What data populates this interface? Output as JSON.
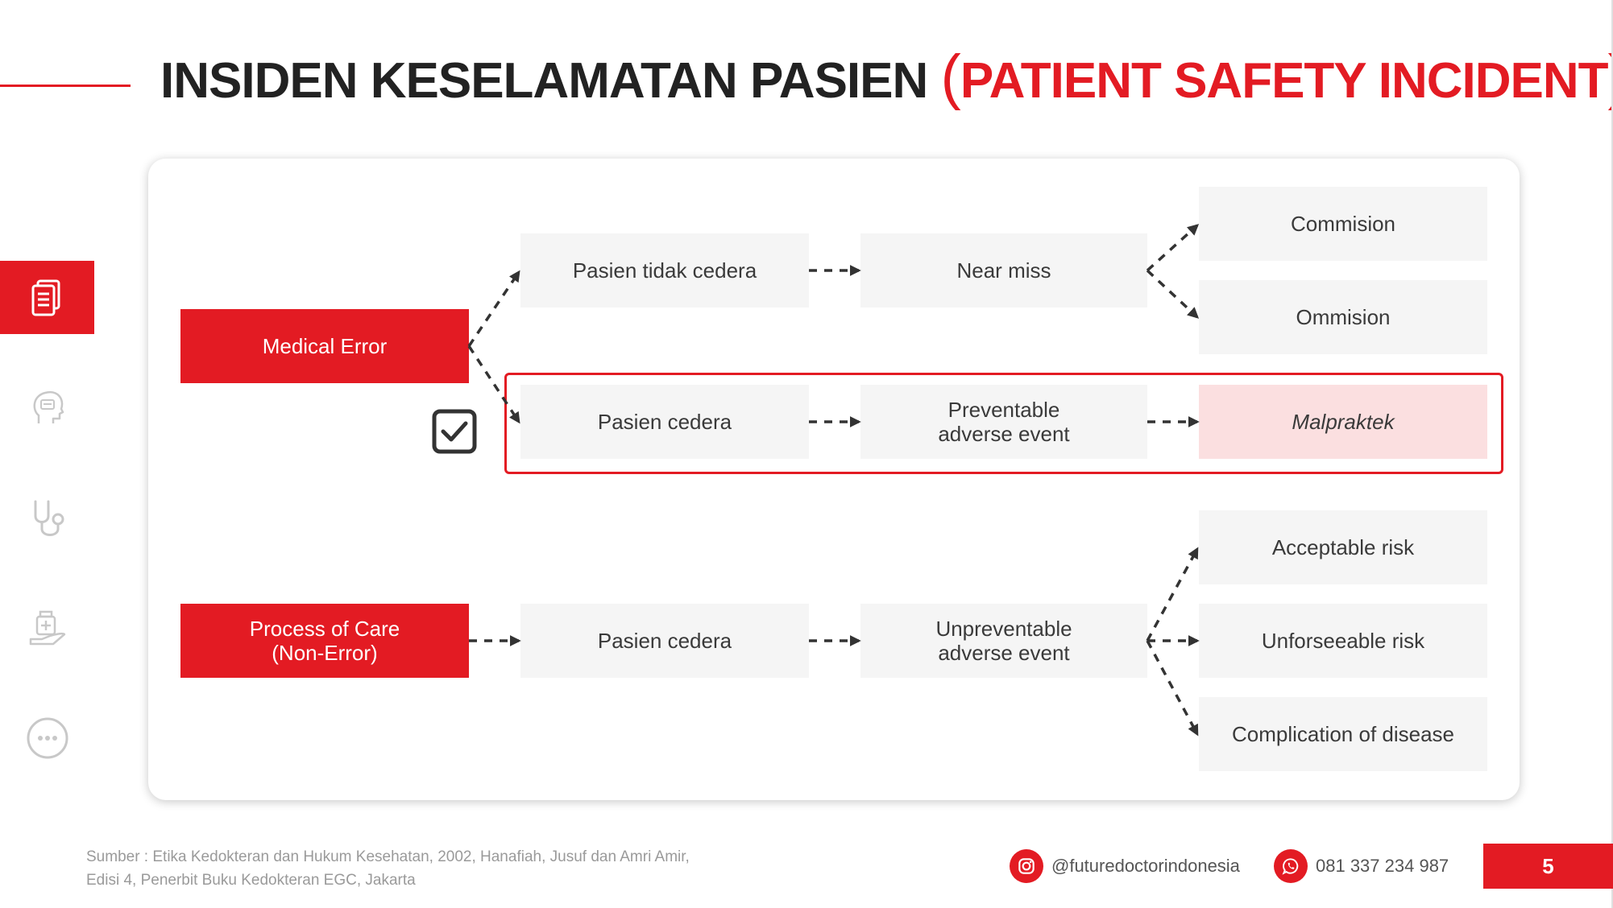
{
  "slide": {
    "title_main": "INSIDEN KESELAMATAN PASIEN ",
    "title_open": "(",
    "title_highlight": "PATIENT SAFETY INCIDENT",
    "title_close": ")",
    "page_number": "5"
  },
  "colors": {
    "accent": "#e31b23",
    "box_bg": "#f5f5f5",
    "malpractice_bg": "#fbdfe0"
  },
  "sidebar": {
    "items": [
      {
        "icon": "document-icon",
        "active": true
      },
      {
        "icon": "head-icon",
        "active": false
      },
      {
        "icon": "stethoscope-icon",
        "active": false
      },
      {
        "icon": "hand-medicine-icon",
        "active": false
      },
      {
        "icon": "more-icon",
        "active": false
      }
    ]
  },
  "diagram": {
    "medical_error": "Medical Error",
    "process_of_care": "Process of Care\n(Non-Error)",
    "pasien_tidak_cedera": "Pasien tidak cedera",
    "near_miss": "Near miss",
    "commision": "Commision",
    "ommision": "Ommision",
    "pasien_cedera_1": "Pasien cedera",
    "preventable": "Preventable\nadverse event",
    "malpraktek": "Malpraktek",
    "pasien_cedera_2": "Pasien cedera",
    "unpreventable": "Unpreventable\nadverse event",
    "acceptable_risk": "Acceptable risk",
    "unforseeable_risk": "Unforseeable risk",
    "complication": "Complication of disease"
  },
  "footer": {
    "source": "Sumber : Etika Kedokteran dan Hukum Kesehatan, 2002, Hanafiah, Jusuf dan Amri Amir,\nEdisi 4, Penerbit Buku Kedokteran EGC,  Jakarta",
    "instagram": "@futuredoctorindonesia",
    "whatsapp": "081 337 234 987"
  }
}
